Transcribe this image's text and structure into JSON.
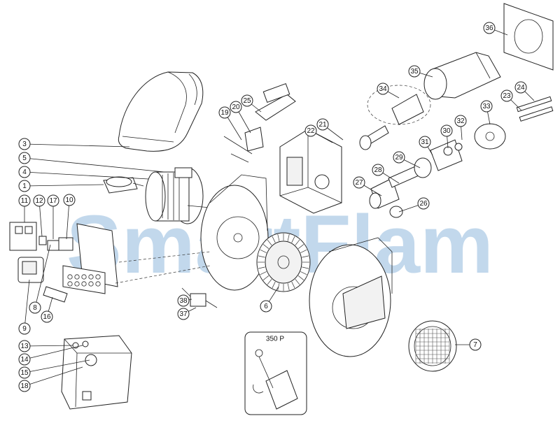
{
  "watermark": "SmartFlam",
  "inset_label": "350 P",
  "parts": [
    {
      "id": "p1",
      "label": "1"
    },
    {
      "id": "p3",
      "label": "3"
    },
    {
      "id": "p4",
      "label": "4"
    },
    {
      "id": "p5",
      "label": "5"
    },
    {
      "id": "p6",
      "label": "6"
    },
    {
      "id": "p7",
      "label": "7"
    },
    {
      "id": "p8",
      "label": "8"
    },
    {
      "id": "p9",
      "label": "9"
    },
    {
      "id": "p10",
      "label": "10"
    },
    {
      "id": "p11",
      "label": "11"
    },
    {
      "id": "p12",
      "label": "12"
    },
    {
      "id": "p13",
      "label": "13"
    },
    {
      "id": "p14",
      "label": "14"
    },
    {
      "id": "p15",
      "label": "15"
    },
    {
      "id": "p16",
      "label": "16"
    },
    {
      "id": "p17",
      "label": "17"
    },
    {
      "id": "p18",
      "label": "18"
    },
    {
      "id": "p19",
      "label": "19"
    },
    {
      "id": "p20",
      "label": "20"
    },
    {
      "id": "p21",
      "label": "21"
    },
    {
      "id": "p22",
      "label": "22"
    },
    {
      "id": "p23",
      "label": "23"
    },
    {
      "id": "p24",
      "label": "24"
    },
    {
      "id": "p25",
      "label": "25"
    },
    {
      "id": "p26",
      "label": "26"
    },
    {
      "id": "p27",
      "label": "27"
    },
    {
      "id": "p28",
      "label": "28"
    },
    {
      "id": "p29",
      "label": "29"
    },
    {
      "id": "p30",
      "label": "30"
    },
    {
      "id": "p31",
      "label": "31"
    },
    {
      "id": "p32",
      "label": "32"
    },
    {
      "id": "p33",
      "label": "33"
    },
    {
      "id": "p34",
      "label": "34"
    },
    {
      "id": "p35",
      "label": "35"
    },
    {
      "id": "p36",
      "label": "36"
    },
    {
      "id": "p37",
      "label": "37"
    },
    {
      "id": "p38",
      "label": "38"
    }
  ],
  "colors": {
    "watermark": "#8fb8dc",
    "line": "#222222",
    "background": "#ffffff"
  }
}
